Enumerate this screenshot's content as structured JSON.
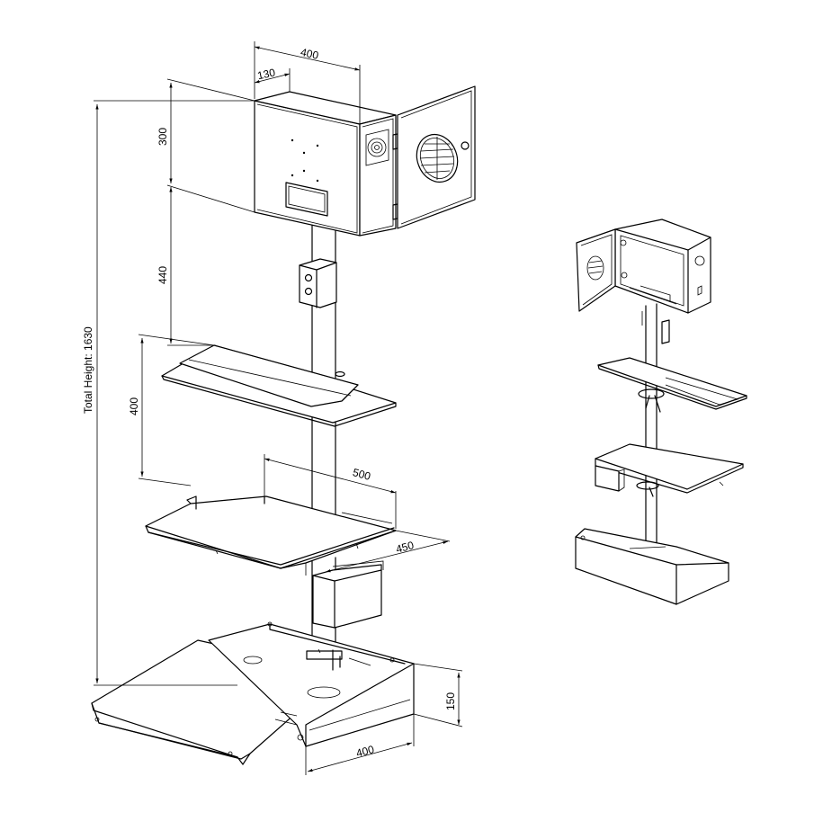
{
  "dimensions": {
    "top_width": "400",
    "top_depth": "130",
    "cabinet_height": "300",
    "cabinet_to_shelf": "440",
    "shelf_spacing": "400",
    "lower_shelf_width": "500",
    "lower_shelf_depth": "450",
    "base_height": "150",
    "base_width": "400",
    "total_height": "Total Height: 1630"
  },
  "colors": {
    "line": "#000000",
    "background": "#ffffff"
  }
}
